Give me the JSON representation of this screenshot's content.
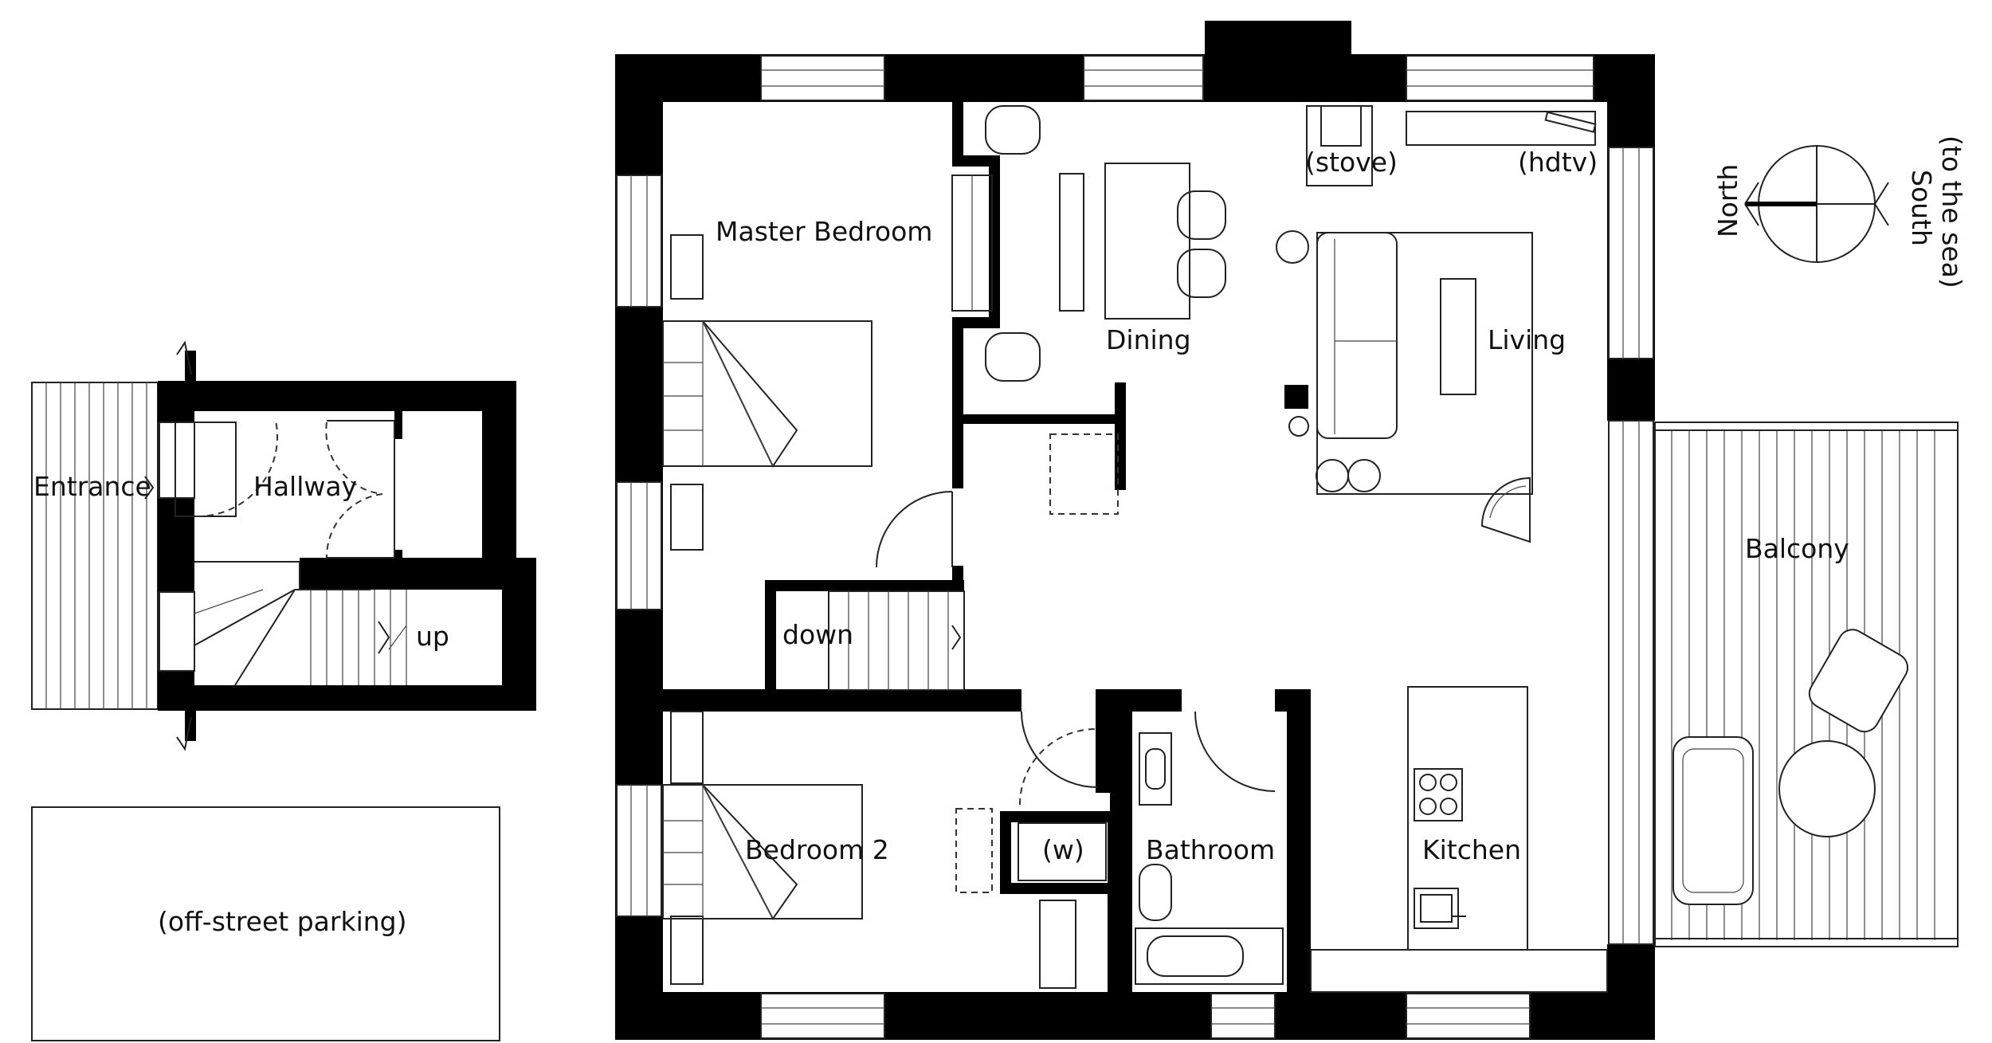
{
  "rooms": {
    "master_bedroom": "Master Bedroom",
    "dining": "Dining",
    "living": "Living",
    "stove": "(stove)",
    "hdtv": "(hdtv)",
    "hallway": "Hallway",
    "entrance": "Entrance",
    "up": "up",
    "down": "down",
    "balcony": "Balcony",
    "bedroom2": "Bedroom 2",
    "wardrobe": "(w)",
    "bathroom": "Bathroom",
    "kitchen": "Kitchen",
    "parking": "(off-street parking)"
  },
  "compass": {
    "north": "North",
    "south": "South",
    "south_note": "(to the sea)"
  },
  "colors": {
    "wall": "#000000",
    "line": "#222222",
    "background": "#ffffff"
  }
}
